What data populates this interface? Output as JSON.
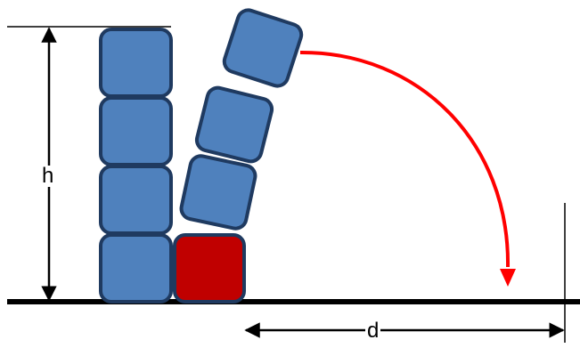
{
  "labels": {
    "height": "h",
    "distance": "d"
  },
  "colors": {
    "block_fill": "#4f81bd",
    "block_stroke": "#1f3a60",
    "pushed_block_fill": "#c00000",
    "trajectory": "#ff0000",
    "line": "#000000"
  },
  "scene": {
    "standing_column_blocks": 4,
    "tilting_column_blocks": 3,
    "pushed_blocks": 1
  }
}
